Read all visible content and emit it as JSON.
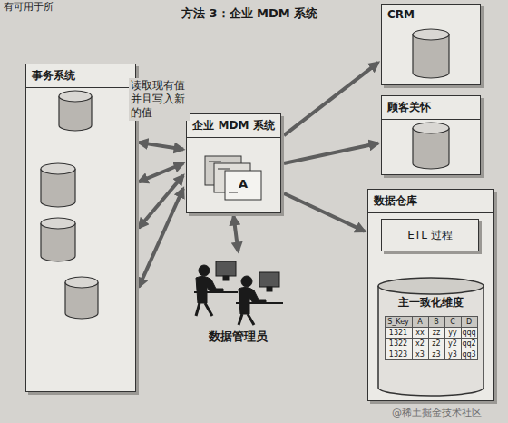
{
  "diagram": {
    "title": "方法 3：企业 MDM 系统",
    "nodes": [
      {
        "text": [
          "事务系统"
        ]
      },
      {
        "text": [
          "企业 MDM 系统"
        ]
      },
      {
        "text": [
          "CRM"
        ]
      },
      {
        "text": [
          "顾客关怀"
        ]
      },
      {
        "text": [
          "数据仓库"
        ]
      },
      {
        "text": [
          "ETL 过程"
        ],
        "in": 4
      },
      {
        "text": [
          "主一致化维度"
        ],
        "in": 4
      },
      {
        "text": [
          "数据管理员"
        ]
      }
    ],
    "edges": [
      {
        "from": 0,
        "to": 1,
        "arrow": "both",
        "label": "读取现有值并且写入新的值"
      },
      {
        "from": 0,
        "to": 1,
        "arrow": "both"
      },
      {
        "from": 0,
        "to": 1,
        "arrow": "both"
      },
      {
        "from": 0,
        "to": 1,
        "arrow": "both"
      },
      {
        "from": 1,
        "to": 2,
        "arrow": "to"
      },
      {
        "from": 1,
        "to": 3,
        "arrow": "to"
      },
      {
        "from": 1,
        "to": 4,
        "arrow": "to"
      },
      {
        "from": 1,
        "to": 7,
        "arrow": "both"
      }
    ],
    "labels": [
      "有可用于所",
      "A",
      "S_Key",
      "A",
      "B",
      "C",
      "D",
      "1321",
      "xx",
      "zz",
      "yy",
      "qqq",
      "1322",
      "x2",
      "z2",
      "y2",
      "qq2",
      "1323",
      "x3",
      "z3",
      "y3",
      "qq3",
      "@稀土掘金技术社区"
    ]
  }
}
